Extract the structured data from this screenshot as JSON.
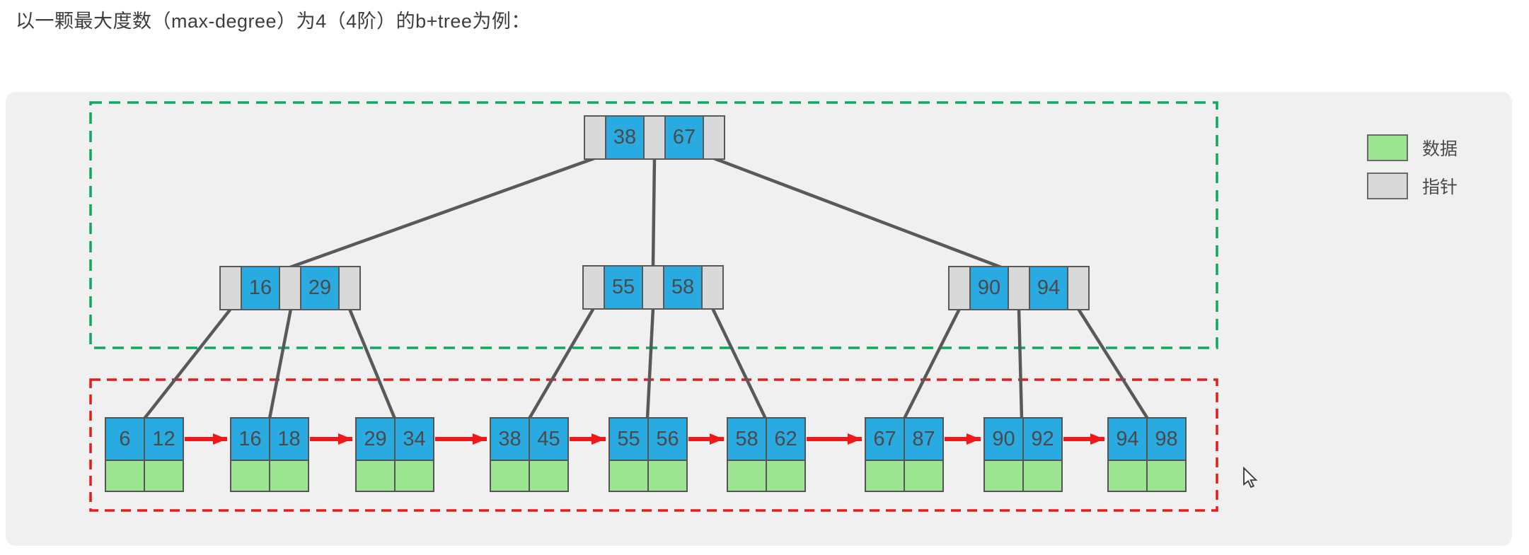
{
  "title": "以一颗最大度数（max-degree）为4（4阶）的b+tree为例：",
  "legend": {
    "items": [
      {
        "label": "数据",
        "swatch": "green"
      },
      {
        "label": "指针",
        "swatch": "gray"
      }
    ]
  },
  "colors": {
    "key_blue": "#29abe2",
    "data_green": "#9de593",
    "pointer_gray": "#d9d9d9",
    "edge_gray": "#58595b",
    "arrow_red": "#f01818",
    "internal_region_green": "#12a75f",
    "leaf_region_red": "#e51c1c",
    "panel_bg": "#f0f0f1"
  },
  "tree": {
    "root": {
      "keys": [
        "38",
        "67"
      ]
    },
    "internal_nodes": [
      {
        "keys": [
          "16",
          "29"
        ]
      },
      {
        "keys": [
          "55",
          "58"
        ]
      },
      {
        "keys": [
          "90",
          "94"
        ]
      }
    ],
    "leaf_nodes": [
      {
        "keys": [
          "6",
          "12"
        ]
      },
      {
        "keys": [
          "16",
          "18"
        ]
      },
      {
        "keys": [
          "29",
          "34"
        ]
      },
      {
        "keys": [
          "38",
          "45"
        ]
      },
      {
        "keys": [
          "55",
          "56"
        ]
      },
      {
        "keys": [
          "58",
          "62"
        ]
      },
      {
        "keys": [
          "67",
          "87"
        ]
      },
      {
        "keys": [
          "90",
          "92"
        ]
      },
      {
        "keys": [
          "94",
          "98"
        ]
      }
    ]
  }
}
